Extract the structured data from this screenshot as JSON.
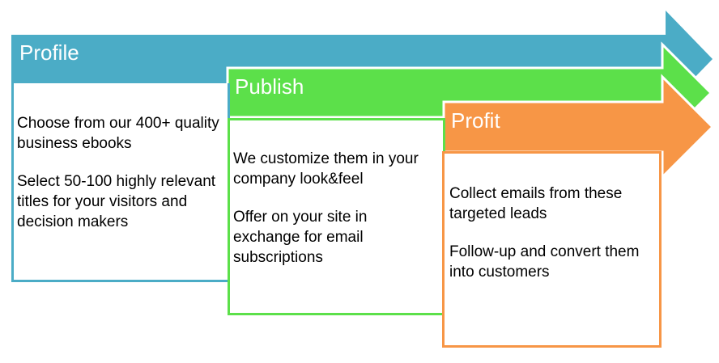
{
  "colors": {
    "profile": "#4BACC6",
    "publish": "#5CE04A",
    "profit": "#F79646"
  },
  "stages": [
    {
      "title": "Profile",
      "points": [
        "Choose from  our 400+ quality business ebooks",
        "Select 50-100 highly relevant titles for your visitors and decision makers"
      ]
    },
    {
      "title": "Publish",
      "points": [
        "We customize them in your company look&feel",
        "Offer on your site in exchange  for email subscriptions"
      ]
    },
    {
      "title": "Profit",
      "points": [
        "Collect emails from these targeted leads",
        "Follow-up and convert them into customers"
      ]
    }
  ]
}
